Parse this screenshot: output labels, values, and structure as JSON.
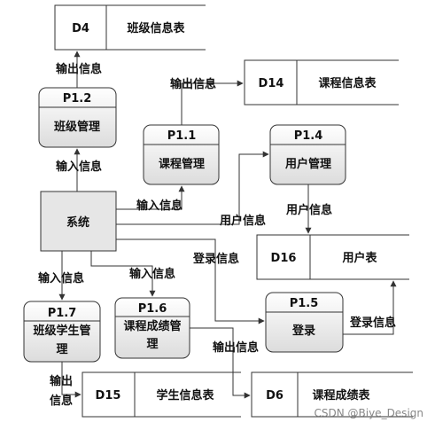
{
  "stores": {
    "d4": {
      "id": "D4",
      "name": "班级信息表"
    },
    "d14": {
      "id": "D14",
      "name": "课程信息表"
    },
    "d16": {
      "id": "D16",
      "name": "用户表"
    },
    "d15": {
      "id": "D15",
      "name": "学生信息表"
    },
    "d6": {
      "id": "D6",
      "name": "课程成绩表"
    }
  },
  "processes": {
    "p12": {
      "id": "P1.2",
      "name": "班级管理"
    },
    "p11": {
      "id": "P1.1",
      "name": "课程管理"
    },
    "p14": {
      "id": "P1.4",
      "name": "用户管理"
    },
    "p15": {
      "id": "P1.5",
      "name": "登录"
    },
    "p16": {
      "id": "P1.6",
      "name_line1": "课程成绩管",
      "name_line2": "理"
    },
    "p17": {
      "id": "P1.7",
      "name_line1": "班级学生管",
      "name_line2": "理"
    }
  },
  "system": {
    "name": "系统"
  },
  "flows": {
    "output_p12": "输出信息",
    "input_p12": "输入信息",
    "output_p11": "输出信息",
    "input_p11": "输入信息",
    "user_to_p14": "用户信息",
    "p14_to_d16": "用户信息",
    "login_to_p15": "登录信息",
    "p15_to_d16": "登录信息",
    "input_p17": "输入信息",
    "input_p16": "输入信息",
    "output_p16": "输出信息",
    "output_p17_l1": "输出",
    "output_p17_l2": "信息"
  },
  "watermark": "CSDN @Biye_Design"
}
